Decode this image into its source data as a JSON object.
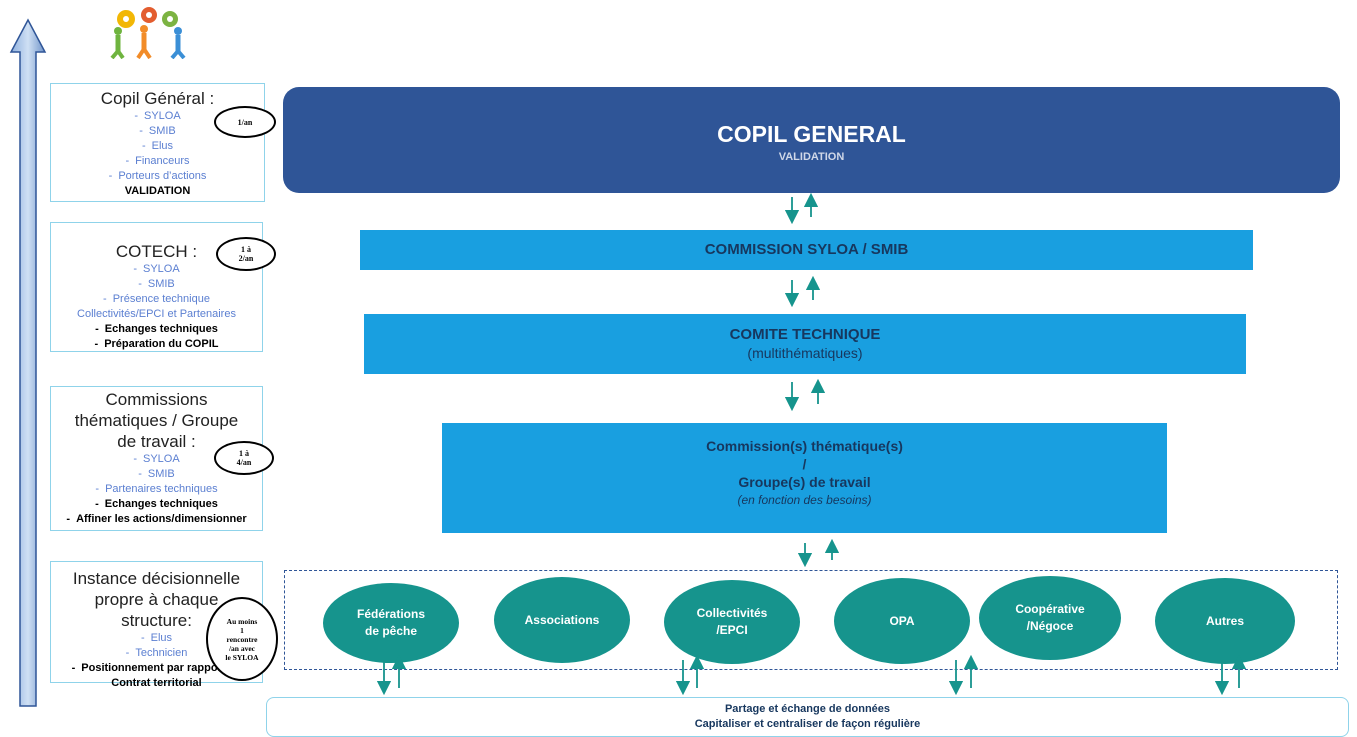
{
  "panels": {
    "copil": {
      "title": "Copil Général :",
      "items": [
        "SYLOA",
        "SMIB",
        "Elus",
        "Financeurs",
        "Porteurs d’actions"
      ],
      "bold": [
        "VALIDATION"
      ],
      "badge": "1/an"
    },
    "cotech": {
      "title": "COTECH :",
      "items": [
        "SYLOA",
        "SMIB",
        "Présence technique",
        "Collectivités/EPCI et Partenaires"
      ],
      "bold": [
        "Echanges techniques",
        "Préparation du COPIL"
      ],
      "badge_l1": "1 à",
      "badge_l2": "2/an"
    },
    "commissions": {
      "title_l1": "Commissions",
      "title_l2": "thématiques / Groupe",
      "title_l3": "de travail :",
      "items": [
        "SYLOA",
        "SMIB",
        "Partenaires techniques"
      ],
      "bold": [
        "Echanges techniques",
        "Affiner les actions/dimensionner"
      ],
      "badge_l1": "1 à",
      "badge_l2": "4/an"
    },
    "instance": {
      "title_l1": "Instance décisionnelle",
      "title_l2": "propre à chaque",
      "title_l3": "structure:",
      "items": [
        "Elus",
        "Technicien"
      ],
      "bold_l1": "Positionnement par rapport au",
      "bold_l2": "Contrat territorial",
      "badge_l1": "Au moins",
      "badge_l2": "1",
      "badge_l3": "rencontre",
      "badge_l4": "/an avec",
      "badge_l5": "le SYLOA"
    }
  },
  "boxes": {
    "copil_general": {
      "title": "COPIL GENERAL",
      "subtitle": "VALIDATION"
    },
    "commission_syloa": {
      "title": "COMMISSION SYLOA / SMIB"
    },
    "comite_technique": {
      "title": "COMITE TECHNIQUE",
      "subtitle": "(multithématiques)"
    },
    "commissions_thematiques": {
      "line1": "Commission(s) thématique(s)",
      "line2": "/",
      "line3": "Groupe(s) de travail",
      "italic": "(en fonction des besoins)"
    }
  },
  "ovals": [
    {
      "l1": "Fédérations",
      "l2": "de pêche"
    },
    {
      "l1": "Associations",
      "l2": ""
    },
    {
      "l1": "Collectivités",
      "l2": "/EPCI"
    },
    {
      "l1": "OPA",
      "l2": ""
    },
    {
      "l1": "Coopérative",
      "l2": "/Négoce"
    },
    {
      "l1": "Autres",
      "l2": ""
    }
  ],
  "bottom_box": {
    "line1": "Partage et échange de données",
    "line2": "Capitaliser et centraliser de façon régulière"
  },
  "colors": {
    "dark_blue": "#2f5597",
    "bright_blue": "#199fe0",
    "teal": "#16948d",
    "text_navy": "#17375e"
  },
  "icons": [
    "teamwork-gears-icon",
    "vertical-arrow-icon"
  ]
}
